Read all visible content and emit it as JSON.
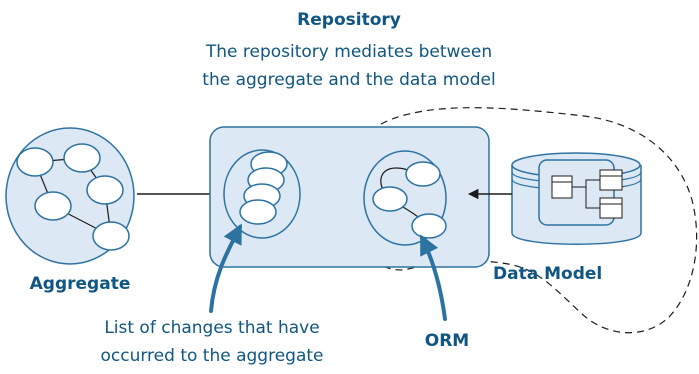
{
  "title": "Repository",
  "subtitle_line1": "The repository mediates between",
  "subtitle_line2": "the aggregate and the data model",
  "labels": {
    "aggregate": "Aggregate",
    "data_model": "Data Model",
    "orm": "ORM",
    "changes_line1": "List of changes that have",
    "changes_line2": "occurred to the aggregate"
  },
  "colors": {
    "accent": "#2c73a2",
    "text": "#0f5682",
    "fill": "#dce8f4",
    "stroke": "#1c1c1c"
  }
}
